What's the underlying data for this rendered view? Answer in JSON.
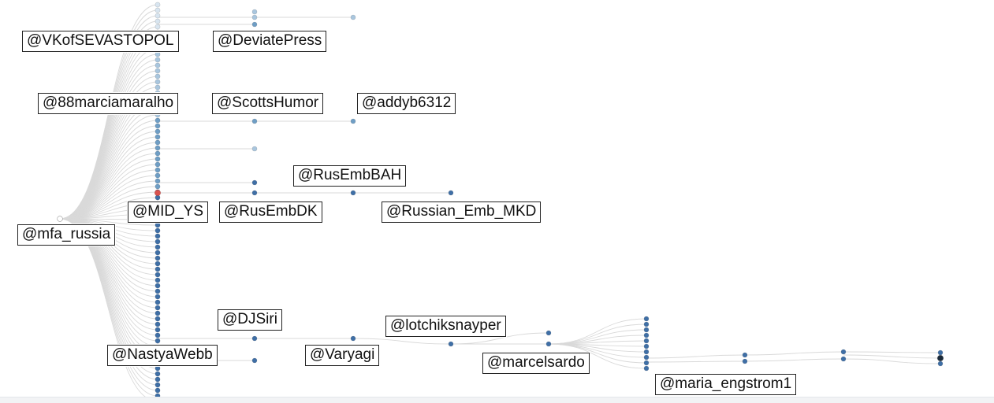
{
  "colors": {
    "edge": "#d9d9d9",
    "node_light": "#a9c6de",
    "node_mid": "#6f9ec5",
    "node_dark": "#3f6fa6",
    "node_highlight": "#d9534f",
    "node_root": "#ffffff",
    "node_end": "#1b2a3a",
    "label_border": "#222222"
  },
  "accounts": {
    "vk_sevastopol": "@VKofSEVASTOPOL",
    "deviatepress": "@DeviatePress",
    "marciamaralho": "@88marciamaralho",
    "scottshumor": "@ScottsHumor",
    "addyb6312": "@addyb6312",
    "rusembbah": "@RusEmbBAH",
    "mid_ys": "@MID_YS",
    "rusembdk": "@RusEmbDK",
    "russian_emb_mkd": "@Russian_Emb_MKD",
    "mfa_russia": "@mfa_russia",
    "djsiri": "@DJSiri",
    "lotchiksnayper": "@lotchiksnayper",
    "nastyawebb": "@NastyaWebb",
    "varyagi": "@Varyagi",
    "marcelsardo": "@marcelsardo",
    "maria_engstrom1": "@maria_engstrom1"
  }
}
